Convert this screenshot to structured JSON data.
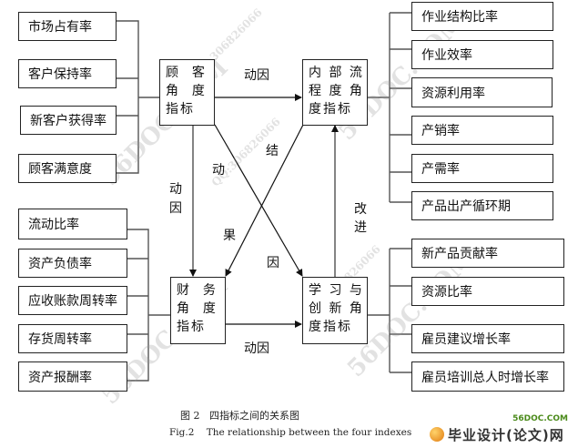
{
  "nodes": {
    "customer": [
      "顾  客",
      "角  度",
      "指标"
    ],
    "internal": [
      "内 部 流",
      "程 度 角",
      "度指标"
    ],
    "finance": [
      "财  务",
      "角  度",
      "指标"
    ],
    "learning": [
      "学 习 与",
      "创 新 角",
      "度指标"
    ]
  },
  "customer_metrics": [
    "市场占有率",
    "客户保持率",
    "新客户获得率",
    "顾客满意度"
  ],
  "internal_metrics": [
    "作业结构比率",
    "作业效率",
    "资源利用率",
    "产销率",
    "产需率",
    "产品出产循环期"
  ],
  "finance_metrics": [
    "流动比率",
    "资产负债率",
    "应收账款周转率",
    "存货周转率",
    "资产报酬率"
  ],
  "learning_metrics": [
    "新产品贡献率",
    "资源比率",
    "雇员建议增长率",
    "雇员培训总人时增长率"
  ],
  "labels": {
    "top_driver": "动因",
    "bottom_driver": "动因",
    "left_driver_1": "动",
    "left_driver_2": "因",
    "cross_dong": "动",
    "cross_jie": "结",
    "cross_guo": "果",
    "cross_yin": "因",
    "improve_1": "改",
    "improve_2": "进"
  },
  "caption": {
    "zh": "图 2   四指标之间的关系图",
    "en": "Fig.2    The relationship between the four indexes"
  },
  "logo": {
    "site": "56DOC.COM",
    "name": "毕业设计(论文)网"
  },
  "watermarks": [
    "56DOC.COM",
    "QQ:306826066"
  ]
}
